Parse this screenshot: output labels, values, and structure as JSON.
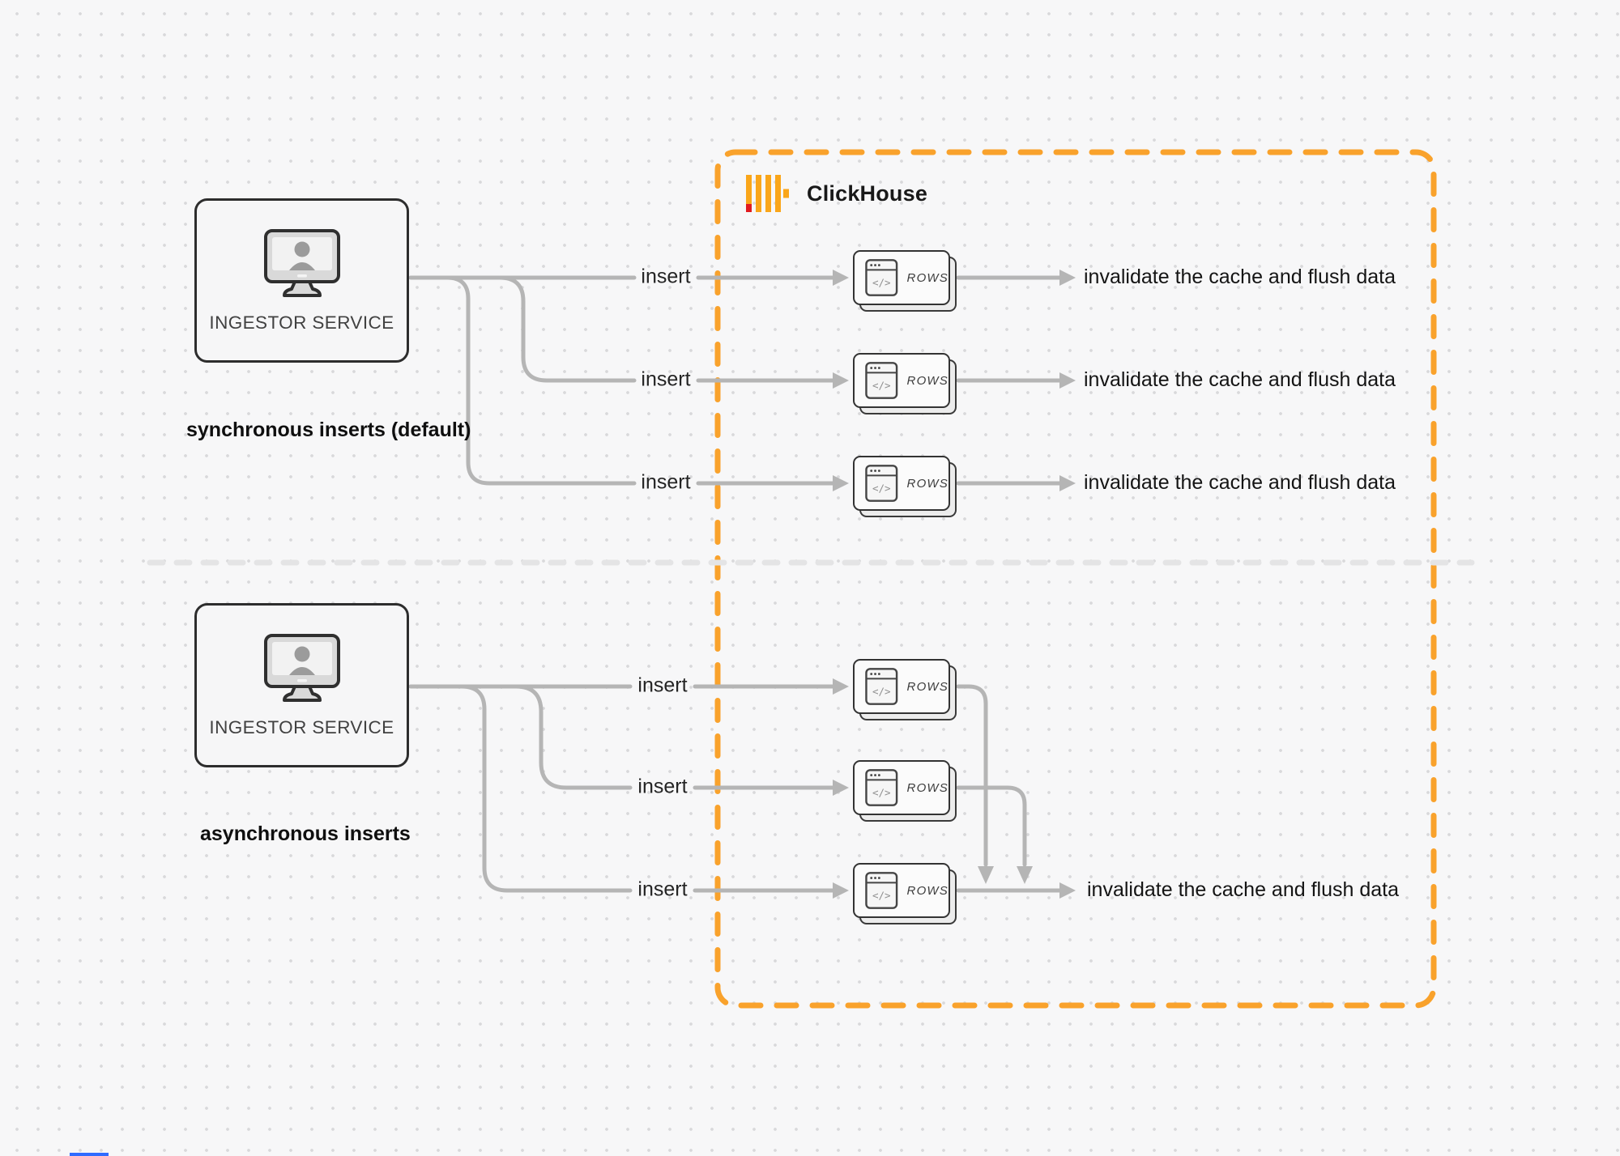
{
  "clickhouse": {
    "brand": "ClickHouse"
  },
  "sync": {
    "source": "INGESTOR SERVICE",
    "caption": "synchronous inserts (default)",
    "rows": [
      {
        "insert": "insert",
        "card": "ROWS",
        "result": "invalidate the cache and flush data"
      },
      {
        "insert": "insert",
        "card": "ROWS",
        "result": "invalidate the cache and flush data"
      },
      {
        "insert": "insert",
        "card": "ROWS",
        "result": "invalidate the cache and flush data"
      }
    ]
  },
  "async": {
    "source": "INGESTOR SERVICE",
    "caption": "asynchronous inserts",
    "rows": [
      {
        "insert": "insert",
        "card": "ROWS"
      },
      {
        "insert": "insert",
        "card": "ROWS"
      },
      {
        "insert": "insert",
        "card": "ROWS"
      }
    ],
    "result": "invalidate the cache and flush data"
  },
  "glyphs": {
    "code": "</>"
  },
  "colors": {
    "accent_orange": "#F9A22C",
    "logo_yellow": "#FAA61A",
    "logo_red": "#E11A1F",
    "connector_gray": "#B5B5B5",
    "divider_gray": "#E4E4E5"
  }
}
